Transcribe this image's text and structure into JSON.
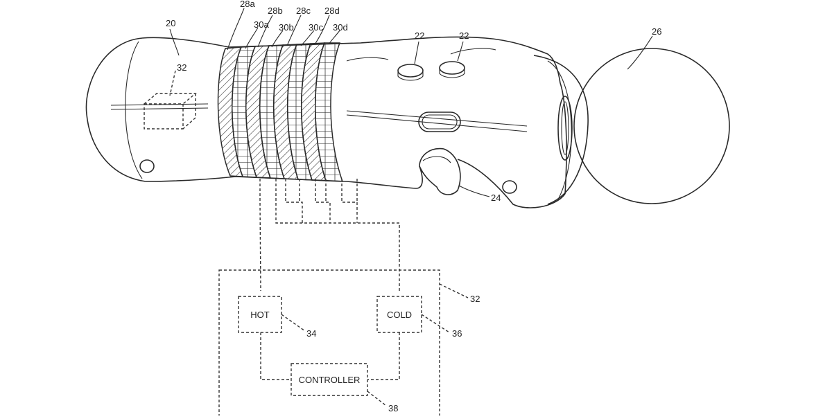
{
  "labels": {
    "device": "20",
    "button_a": "22",
    "button_b": "22",
    "trigger": "24",
    "sphere": "26",
    "band_a": "28a",
    "band_b": "28b",
    "band_c": "28c",
    "band_d": "28d",
    "ring_a": "30a",
    "ring_b": "30b",
    "ring_c": "30c",
    "ring_d": "30d",
    "internal_module": "32",
    "system_box": "32",
    "hot_ref": "34",
    "cold_ref": "36",
    "controller_ref": "38"
  },
  "boxes": {
    "hot": "HOT",
    "cold": "COLD",
    "controller": "CONTROLLER"
  }
}
